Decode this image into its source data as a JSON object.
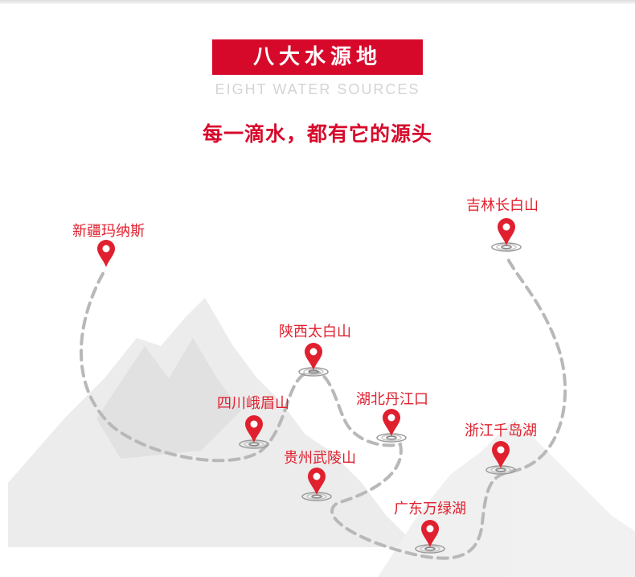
{
  "header": {
    "title": "八大水源地",
    "subtitle": "EIGHT WATER SOURCES",
    "slogan": "每一滴水，都有它的源头"
  },
  "colors": {
    "accent": "#d7092b",
    "pin": "#e0202e",
    "route": "#b8b8b8"
  },
  "locations": [
    {
      "name": "新疆玛纳斯"
    },
    {
      "name": "吉林长白山"
    },
    {
      "name": "陕西太白山"
    },
    {
      "name": "四川峨眉山"
    },
    {
      "name": "湖北丹江口"
    },
    {
      "name": "浙江千岛湖"
    },
    {
      "name": "贵州武陵山"
    },
    {
      "name": "广东万绿湖"
    }
  ]
}
